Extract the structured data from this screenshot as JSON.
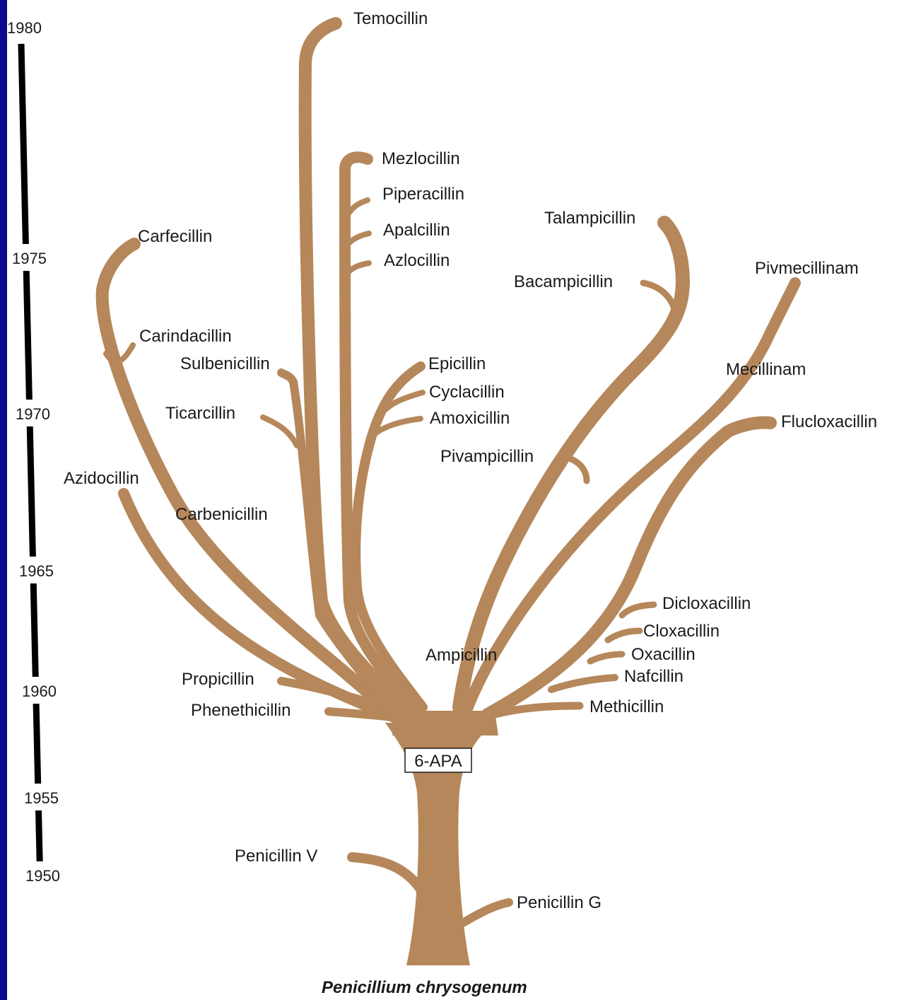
{
  "colors": {
    "branch": "#b5875a",
    "frame": "#0a0a8c",
    "timeline": "#000000"
  },
  "timeline": {
    "years": [
      "1980",
      "1975",
      "1970",
      "1965",
      "1960",
      "1955",
      "1950"
    ]
  },
  "trunk_label": "6-APA",
  "root_label": "Penicillium chrysogenum",
  "labels": {
    "temocillin": "Temocillin",
    "mezlocillin": "Mezlocillin",
    "piperacillin": "Piperacillin",
    "apalcillin": "Apalcillin",
    "azlocillin": "Azlocillin",
    "talampicillin": "Talampicillin",
    "bacampicillin": "Bacampicillin",
    "pivmecillinam": "Pivmecillinam",
    "carfecillin": "Carfecillin",
    "carindacillin": "Carindacillin",
    "sulbenicillin": "Sulbenicillin",
    "ticarcillin": "Ticarcillin",
    "azidocillin": "Azidocillin",
    "carbenicillin": "Carbenicillin",
    "epicillin": "Epicillin",
    "cyclacillin": "Cyclacillin",
    "amoxicillin": "Amoxicillin",
    "pivampicillin": "Pivampicillin",
    "mecillinam": "Mecillinam",
    "flucloxacillin": "Flucloxacillin",
    "dicloxacillin": "Dicloxacillin",
    "cloxacillin": "Cloxacillin",
    "oxacillin": "Oxacillin",
    "nafcillin": "Nafcillin",
    "methicillin": "Methicillin",
    "ampicillin": "Ampicillin",
    "propicillin": "Propicillin",
    "phenethicillin": "Phenethicillin",
    "penicillin_v": "Penicillin V",
    "penicillin_g": "Penicillin G"
  }
}
